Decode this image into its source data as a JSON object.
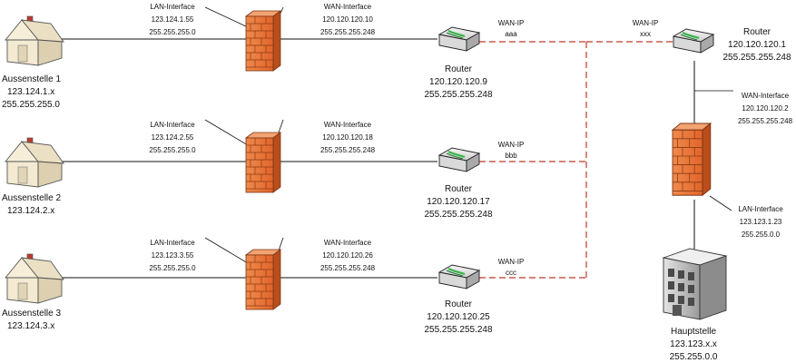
{
  "sites": [
    {
      "name": "Aussenstelle 1",
      "net": "123.124.1.x",
      "mask": "255.255.255.0",
      "lan_label": "LAN-Interface",
      "lan_ip": "123.124.1.55",
      "lan_mask": "255.255.255.0",
      "wan_label": "WAN-Interface",
      "wan_ip": "120.120.120.10",
      "wan_mask": "255.255.255.248",
      "router_label": "Router",
      "router_ip": "120.120.120.9",
      "router_mask": "255.255.255.248",
      "wanip_label": "WAN-IP",
      "wanip_value": "aaa"
    },
    {
      "name": "Aussenstelle 2",
      "net": "123.124.2.x",
      "lan_label": "LAN-Interface",
      "lan_ip": "123.124.2.55",
      "lan_mask": "255.255.255.0",
      "wan_label": "WAN-Interface",
      "wan_ip": "120.120.120.18",
      "wan_mask": "255.255.255.248",
      "router_label": "Router",
      "router_ip": "120.120.120.17",
      "router_mask": "255.255.255.248",
      "wanip_label": "WAN-IP",
      "wanip_value": "bbb"
    },
    {
      "name": "Aussenstelle 3",
      "net": "123.124.3.x",
      "lan_label": "LAN-Interface",
      "lan_ip": "123.123.3.55",
      "lan_mask": "255.255.255.0",
      "wan_label": "WAN-Interface",
      "wan_ip": "120.120.120.26",
      "wan_mask": "255.255.255.248",
      "router_label": "Router",
      "router_ip": "120.120.120.25",
      "router_mask": "255.255.255.248",
      "wanip_label": "WAN-IP",
      "wanip_value": "ccc"
    }
  ],
  "hq": {
    "wanip_label": "WAN-IP",
    "wanip_value": "xxx",
    "router_label": "Router",
    "router_ip": "120.120.120.1",
    "router_mask": "255.255.255.248",
    "wan_label": "WAN-Interface",
    "wan_ip": "120.120.120.2",
    "wan_mask": "255.255.255.248",
    "lan_label": "LAN-Interface",
    "lan_ip": "123.123.1.23",
    "lan_mask": "255.255.0.0",
    "name": "Hauptstelle",
    "net": "123.123.x.x",
    "mask": "255.255.0.0"
  },
  "colors": {
    "firewall": "#e8733a",
    "firewall_dark": "#b94e1c",
    "wan_link": "#c0392b",
    "house_wall": "#f4ead2",
    "house_roof": "#e6dcc0",
    "chimney": "#c0392b",
    "router_led": "#39b54a"
  }
}
